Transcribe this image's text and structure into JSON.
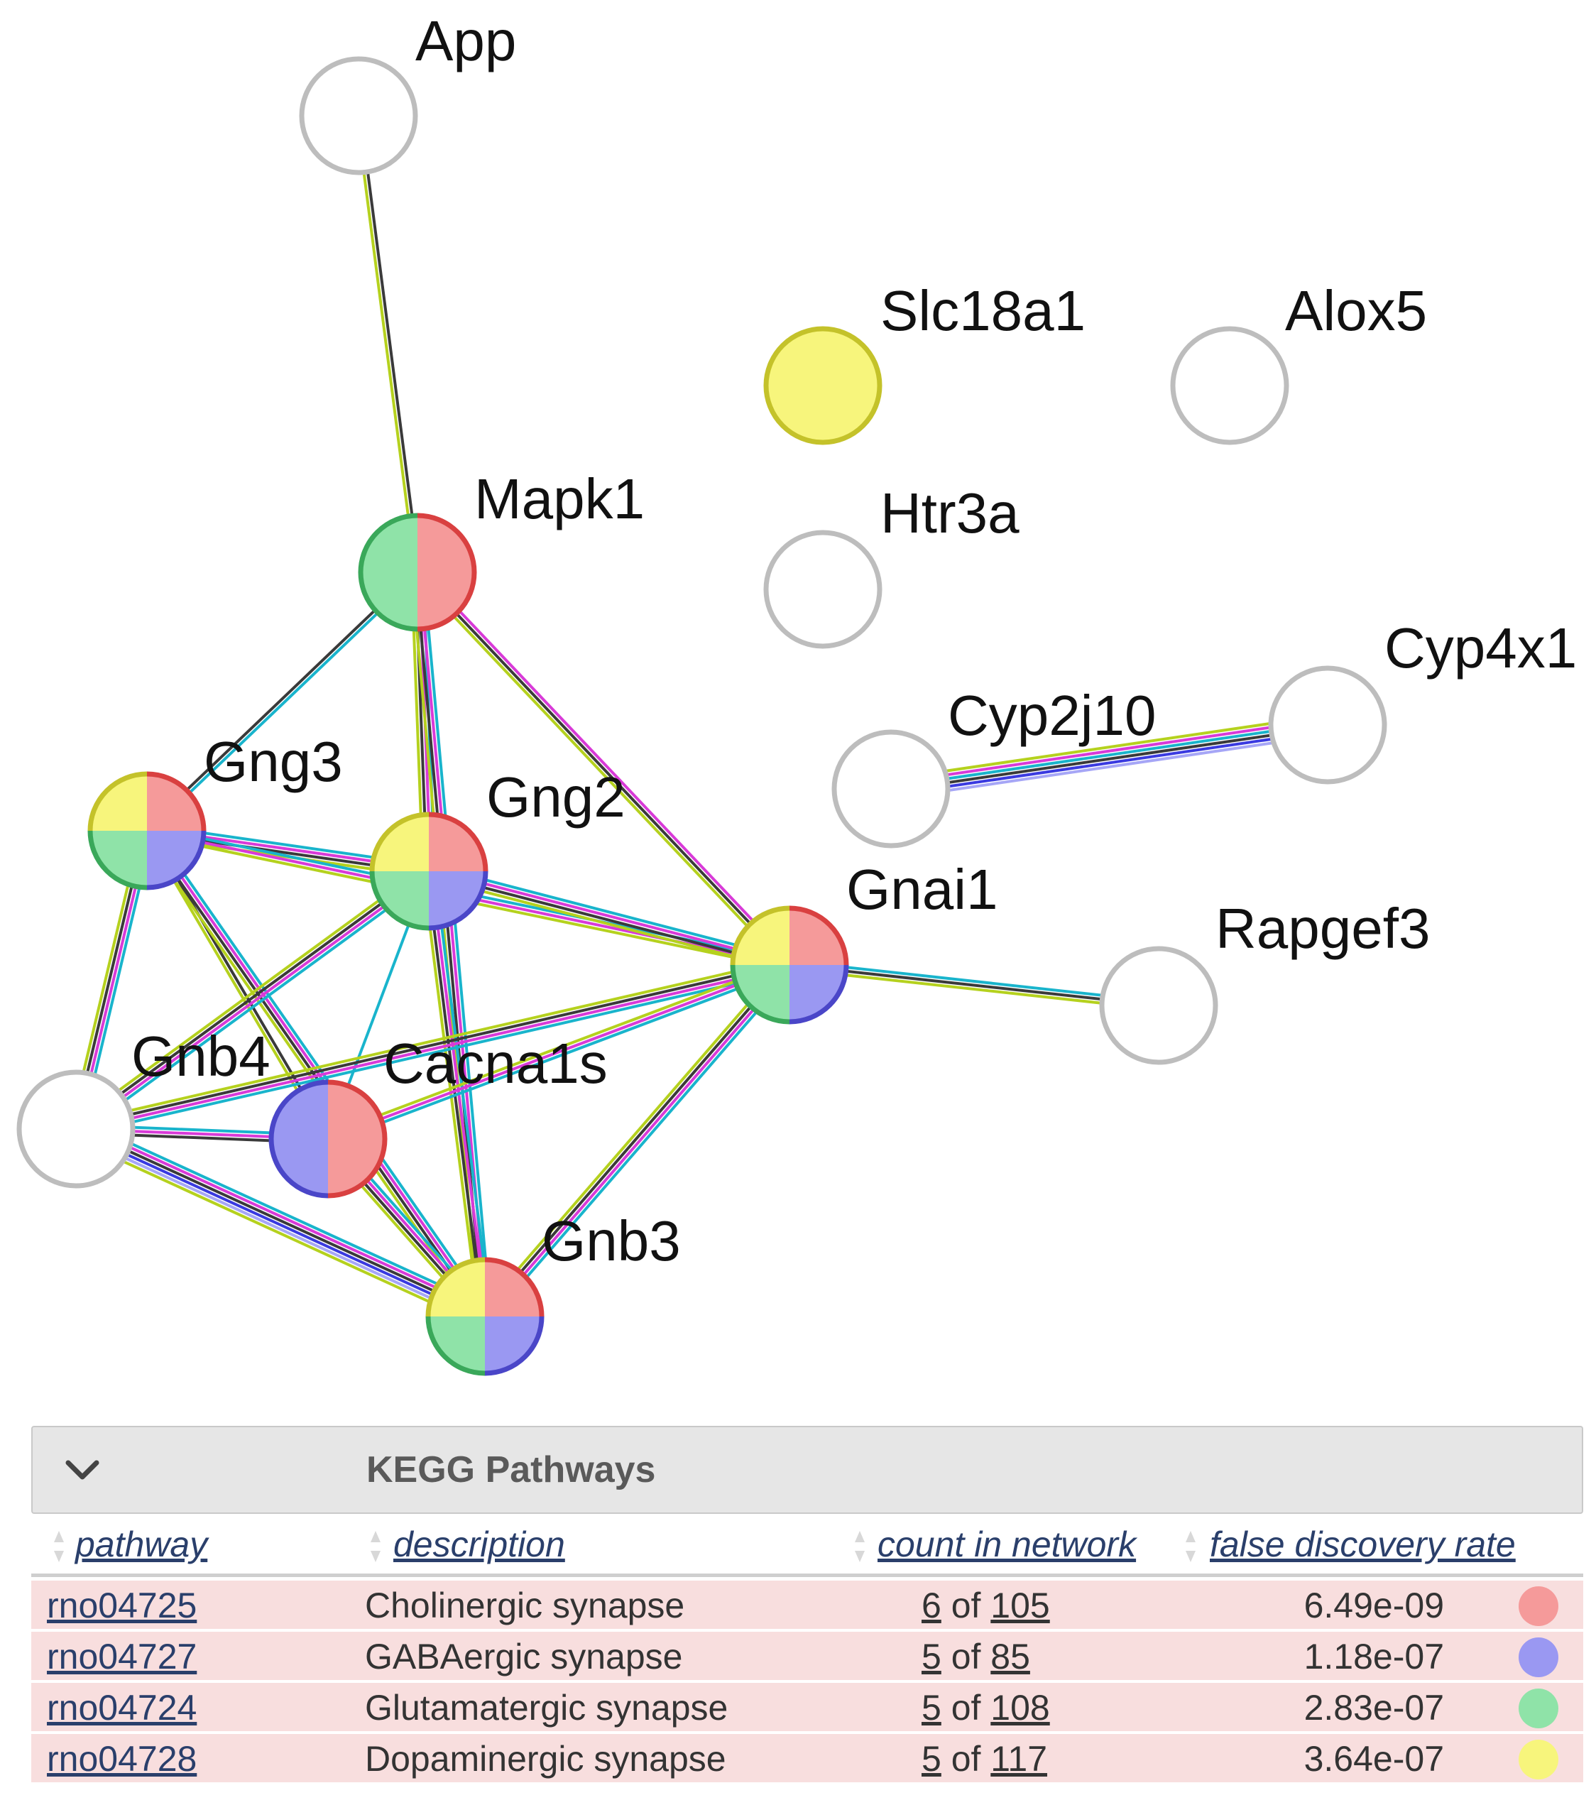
{
  "colors": {
    "red": "#f59a9a",
    "blue": "#9a98f2",
    "green": "#8fe3a8",
    "yellow": "#f7f57c",
    "edge_black": "#3a3a3a",
    "edge_cyan": "#19b4cc",
    "edge_magenta": "#d83ad8",
    "edge_lime": "#b5d11e",
    "edge_blue": "#3a3ae0",
    "edge_lavender": "#a6a6f6"
  },
  "nodes": [
    {
      "id": "App",
      "label": "App",
      "colors": []
    },
    {
      "id": "Mapk1",
      "label": "Mapk1",
      "colors": [
        "red",
        "green"
      ]
    },
    {
      "id": "Gng3",
      "label": "Gng3",
      "colors": [
        "red",
        "blue",
        "green",
        "yellow"
      ]
    },
    {
      "id": "Gng2",
      "label": "Gng2",
      "colors": [
        "red",
        "blue",
        "green",
        "yellow"
      ]
    },
    {
      "id": "Gnai1",
      "label": "Gnai1",
      "colors": [
        "red",
        "blue",
        "green",
        "yellow"
      ]
    },
    {
      "id": "Gnb4",
      "label": "Gnb4",
      "colors": []
    },
    {
      "id": "Cacna1s",
      "label": "Cacna1s",
      "colors": [
        "red",
        "blue"
      ]
    },
    {
      "id": "Gnb3",
      "label": "Gnb3",
      "colors": [
        "red",
        "blue",
        "green",
        "yellow"
      ]
    },
    {
      "id": "Slc18a1",
      "label": "Slc18a1",
      "colors": [
        "yellow"
      ]
    },
    {
      "id": "Alox5",
      "label": "Alox5",
      "colors": []
    },
    {
      "id": "Htr3a",
      "label": "Htr3a",
      "colors": []
    },
    {
      "id": "Cyp2j10",
      "label": "Cyp2j10",
      "colors": []
    },
    {
      "id": "Cyp4x1",
      "label": "Cyp4x1",
      "colors": []
    },
    {
      "id": "Rapgef3",
      "label": "Rapgef3",
      "colors": []
    }
  ],
  "edges": [
    {
      "from": "App",
      "to": "Mapk1",
      "types": [
        "edge_black",
        "edge_lime"
      ]
    },
    {
      "from": "Mapk1",
      "to": "Gng3",
      "types": [
        "edge_cyan",
        "edge_black"
      ]
    },
    {
      "from": "Mapk1",
      "to": "Gng2",
      "types": [
        "edge_cyan",
        "edge_magenta",
        "edge_black",
        "edge_lime"
      ]
    },
    {
      "from": "Mapk1",
      "to": "Gnai1",
      "types": [
        "edge_magenta",
        "edge_black",
        "edge_lime"
      ]
    },
    {
      "from": "Mapk1",
      "to": "Gnb3",
      "types": [
        "edge_cyan",
        "edge_magenta",
        "edge_black",
        "edge_lime"
      ]
    },
    {
      "from": "Gng3",
      "to": "Gng2",
      "types": [
        "edge_cyan",
        "edge_magenta",
        "edge_black",
        "edge_lime"
      ]
    },
    {
      "from": "Gng3",
      "to": "Gnai1",
      "types": [
        "edge_cyan",
        "edge_magenta",
        "edge_lime"
      ]
    },
    {
      "from": "Gng3",
      "to": "Gnb4",
      "types": [
        "edge_cyan",
        "edge_magenta",
        "edge_black",
        "edge_lime"
      ]
    },
    {
      "from": "Gng3",
      "to": "Cacna1s",
      "types": [
        "edge_black",
        "edge_lime"
      ]
    },
    {
      "from": "Gng3",
      "to": "Gnb3",
      "types": [
        "edge_cyan",
        "edge_magenta",
        "edge_black",
        "edge_lime"
      ]
    },
    {
      "from": "Gng2",
      "to": "Gnai1",
      "types": [
        "edge_cyan",
        "edge_magenta",
        "edge_black",
        "edge_lime"
      ]
    },
    {
      "from": "Gng2",
      "to": "Gnb4",
      "types": [
        "edge_cyan",
        "edge_magenta",
        "edge_black",
        "edge_lime"
      ]
    },
    {
      "from": "Gng2",
      "to": "Cacna1s",
      "types": [
        "edge_cyan"
      ]
    },
    {
      "from": "Gng2",
      "to": "Gnb3",
      "types": [
        "edge_cyan",
        "edge_magenta",
        "edge_black",
        "edge_lime"
      ]
    },
    {
      "from": "Gnai1",
      "to": "Gnb4",
      "types": [
        "edge_cyan",
        "edge_magenta",
        "edge_black",
        "edge_lime"
      ]
    },
    {
      "from": "Gnai1",
      "to": "Cacna1s",
      "types": [
        "edge_cyan",
        "edge_magenta",
        "edge_lime"
      ]
    },
    {
      "from": "Gnai1",
      "to": "Gnb3",
      "types": [
        "edge_cyan",
        "edge_magenta",
        "edge_black",
        "edge_lime"
      ]
    },
    {
      "from": "Gnai1",
      "to": "Rapgef3",
      "types": [
        "edge_cyan",
        "edge_black",
        "edge_lime"
      ]
    },
    {
      "from": "Gnb4",
      "to": "Cacna1s",
      "types": [
        "edge_cyan",
        "edge_magenta",
        "edge_black"
      ]
    },
    {
      "from": "Gnb4",
      "to": "Gnb3",
      "types": [
        "edge_cyan",
        "edge_magenta",
        "edge_black",
        "edge_blue",
        "edge_lavender",
        "edge_lime"
      ]
    },
    {
      "from": "Cacna1s",
      "to": "Gnb3",
      "types": [
        "edge_cyan",
        "edge_magenta",
        "edge_black",
        "edge_lime"
      ]
    },
    {
      "from": "Cyp2j10",
      "to": "Cyp4x1",
      "types": [
        "edge_lime",
        "edge_magenta",
        "edge_cyan",
        "edge_black",
        "edge_blue",
        "edge_lavender"
      ]
    }
  ],
  "kegg": {
    "title": "KEGG Pathways",
    "columns": [
      "pathway",
      "description",
      "count in network",
      "false discovery rate"
    ],
    "rows": [
      {
        "pathway": "rno04725",
        "description": "Cholinergic synapse",
        "count": "6",
        "total": "105",
        "of": "of",
        "fdr": "6.49e-09",
        "color": "red"
      },
      {
        "pathway": "rno04727",
        "description": "GABAergic synapse",
        "count": "5",
        "total": "85",
        "of": "of",
        "fdr": "1.18e-07",
        "color": "blue"
      },
      {
        "pathway": "rno04724",
        "description": "Glutamatergic synapse",
        "count": "5",
        "total": "108",
        "of": "of",
        "fdr": "2.83e-07",
        "color": "green"
      },
      {
        "pathway": "rno04728",
        "description": "Dopaminergic synapse",
        "count": "5",
        "total": "117",
        "of": "of",
        "fdr": "3.64e-07",
        "color": "yellow"
      }
    ]
  }
}
